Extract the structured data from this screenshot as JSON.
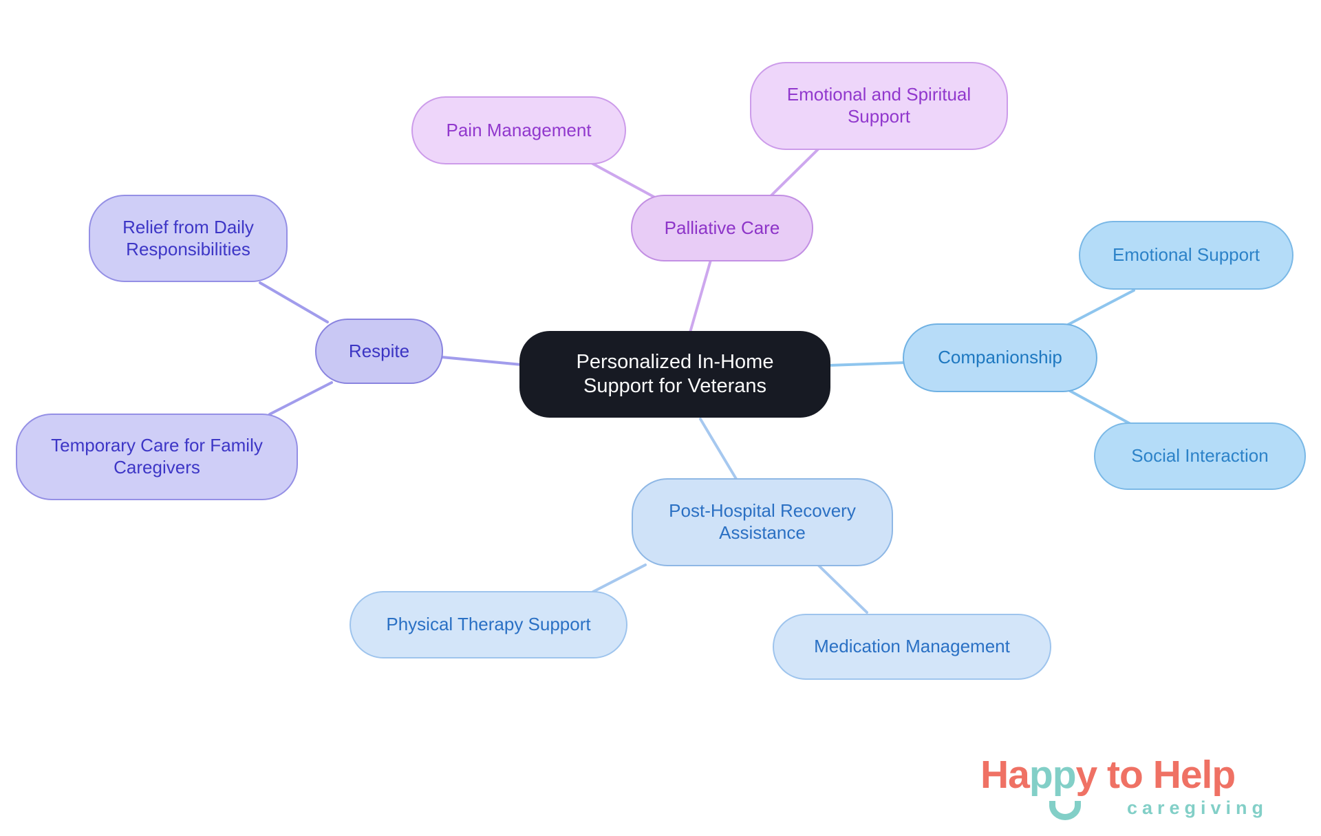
{
  "mindmap": {
    "center": {
      "label": "Personalized In-Home Support for Veterans"
    },
    "branches": [
      {
        "label": "Palliative Care",
        "color_theme": "purple",
        "children": [
          {
            "label": "Pain Management"
          },
          {
            "label": "Emotional and Spiritual Support"
          }
        ]
      },
      {
        "label": "Companionship",
        "color_theme": "blue",
        "children": [
          {
            "label": "Emotional Support"
          },
          {
            "label": "Social Interaction"
          }
        ]
      },
      {
        "label": "Respite",
        "color_theme": "periwinkle",
        "children": [
          {
            "label": "Relief from Daily Responsibilities"
          },
          {
            "label": "Temporary Care for Family Caregivers"
          }
        ]
      },
      {
        "label": "Post-Hospital Recovery Assistance",
        "color_theme": "light-blue",
        "children": [
          {
            "label": "Physical Therapy Support"
          },
          {
            "label": "Medication Management"
          }
        ]
      }
    ]
  },
  "palette": {
    "center_bg": "#171a23",
    "center_text": "#fafafa",
    "purple_fill": "#e8ccf6",
    "purple_border": "#c28fe3",
    "purple_text": "#8d34c8",
    "purple_line": "#cda7ee",
    "blue_fill": "#b7dcf8",
    "blue_border": "#6fb1e3",
    "blue_text": "#1e78c0",
    "blue_line": "#8ec5ee",
    "periwinkle_fill": "#c9c8f4",
    "periwinkle_border": "#8983df",
    "periwinkle_text": "#3b34c3",
    "periwinkle_line": "#a19cec",
    "lightblue_fill": "#cfe2f8",
    "lightblue_border": "#8eb7e5",
    "lightblue_text": "#2b70c3",
    "lightblue_line": "#a6c8ef",
    "logo_coral": "#ef7164",
    "logo_teal": "#82cfc7"
  },
  "logo": {
    "word_segments": [
      {
        "text": "Ha",
        "color": "coral"
      },
      {
        "text": "pp",
        "color": "teal"
      },
      {
        "text": "y to Help",
        "color": "coral"
      }
    ],
    "tagline": "caregiving"
  }
}
